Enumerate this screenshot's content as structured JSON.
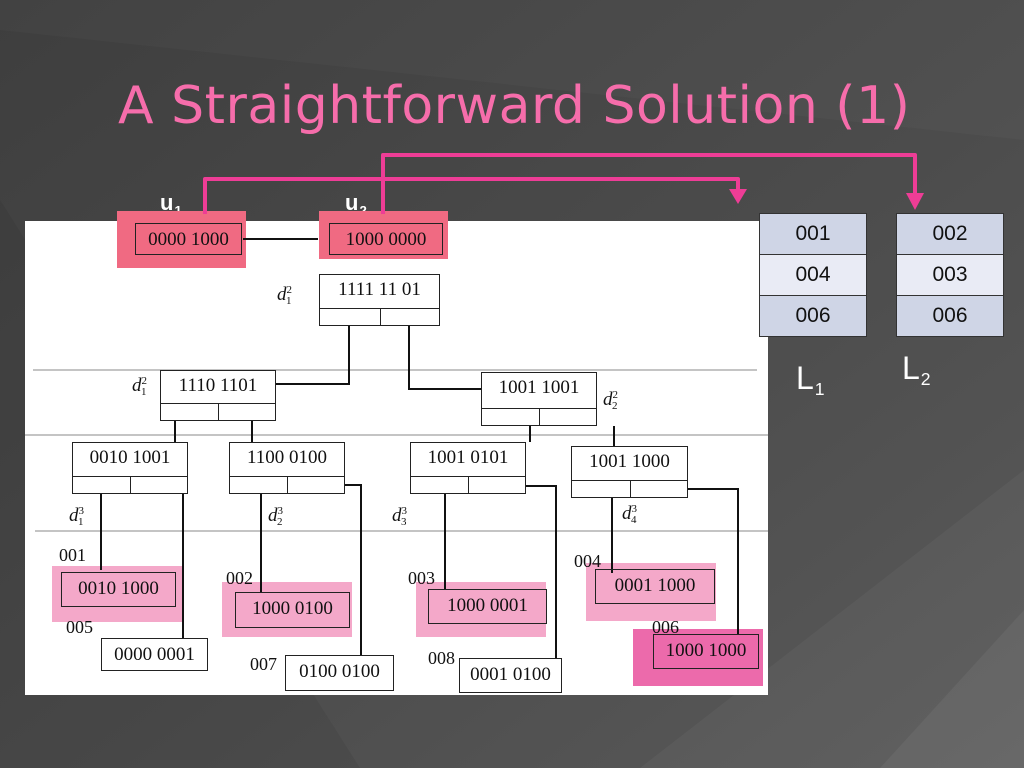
{
  "slide": {
    "title": "A Straightforward Solution (1)"
  },
  "queries": [
    {
      "label": "u",
      "subscript": "1",
      "code": "0000 1000"
    },
    {
      "label": "u",
      "subscript": "2",
      "code": "1000 0000"
    }
  ],
  "tree": {
    "root": {
      "code": "1111 11 01",
      "level": {
        "letter": "d",
        "sub": "1",
        "sup": "2"
      }
    },
    "level2": [
      {
        "code": "1110 1101",
        "level": {
          "letter": "d",
          "sub": "1",
          "sup": "2"
        }
      },
      {
        "code": "1001 1001",
        "level": {
          "letter": "d",
          "sub": "2",
          "sup": "2"
        }
      }
    ],
    "level3": [
      {
        "code": "0010 1001",
        "level": {
          "letter": "d",
          "sub": "1",
          "sup": "3"
        }
      },
      {
        "code": "1100 0100",
        "level": {
          "letter": "d",
          "sub": "2",
          "sup": "3"
        }
      },
      {
        "code": "1001 0101",
        "level": {
          "letter": "d",
          "sub": "3",
          "sup": "3"
        }
      },
      {
        "code": "1001 1000",
        "level": {
          "letter": "d",
          "sub": "4",
          "sup": "3"
        }
      }
    ],
    "objects": [
      {
        "id": "001",
        "code": "0010 1000"
      },
      {
        "id": "005",
        "code": "0000 0001"
      },
      {
        "id": "002",
        "code": "1000 0100"
      },
      {
        "id": "007",
        "code": "0100 0100"
      },
      {
        "id": "003",
        "code": "1000 0001"
      },
      {
        "id": "008",
        "code": "0001 0100"
      },
      {
        "id": "004",
        "code": "0001 1000"
      },
      {
        "id": "006",
        "code": "1000 1000"
      }
    ]
  },
  "lists": [
    {
      "label": "L",
      "subscript": "1",
      "items": [
        "001",
        "004",
        "006"
      ]
    },
    {
      "label": "L",
      "subscript": "2",
      "items": [
        "002",
        "003",
        "006"
      ]
    }
  ],
  "colors": {
    "title": "#f66dab",
    "arrow": "#ee3d96",
    "highlight_pink": "#f4a8c9",
    "highlight_red": "#f06a82",
    "highlight_hot": "#ec6aab",
    "table_dark": "#cfd5e6",
    "table_light": "#e9ebf5"
  }
}
